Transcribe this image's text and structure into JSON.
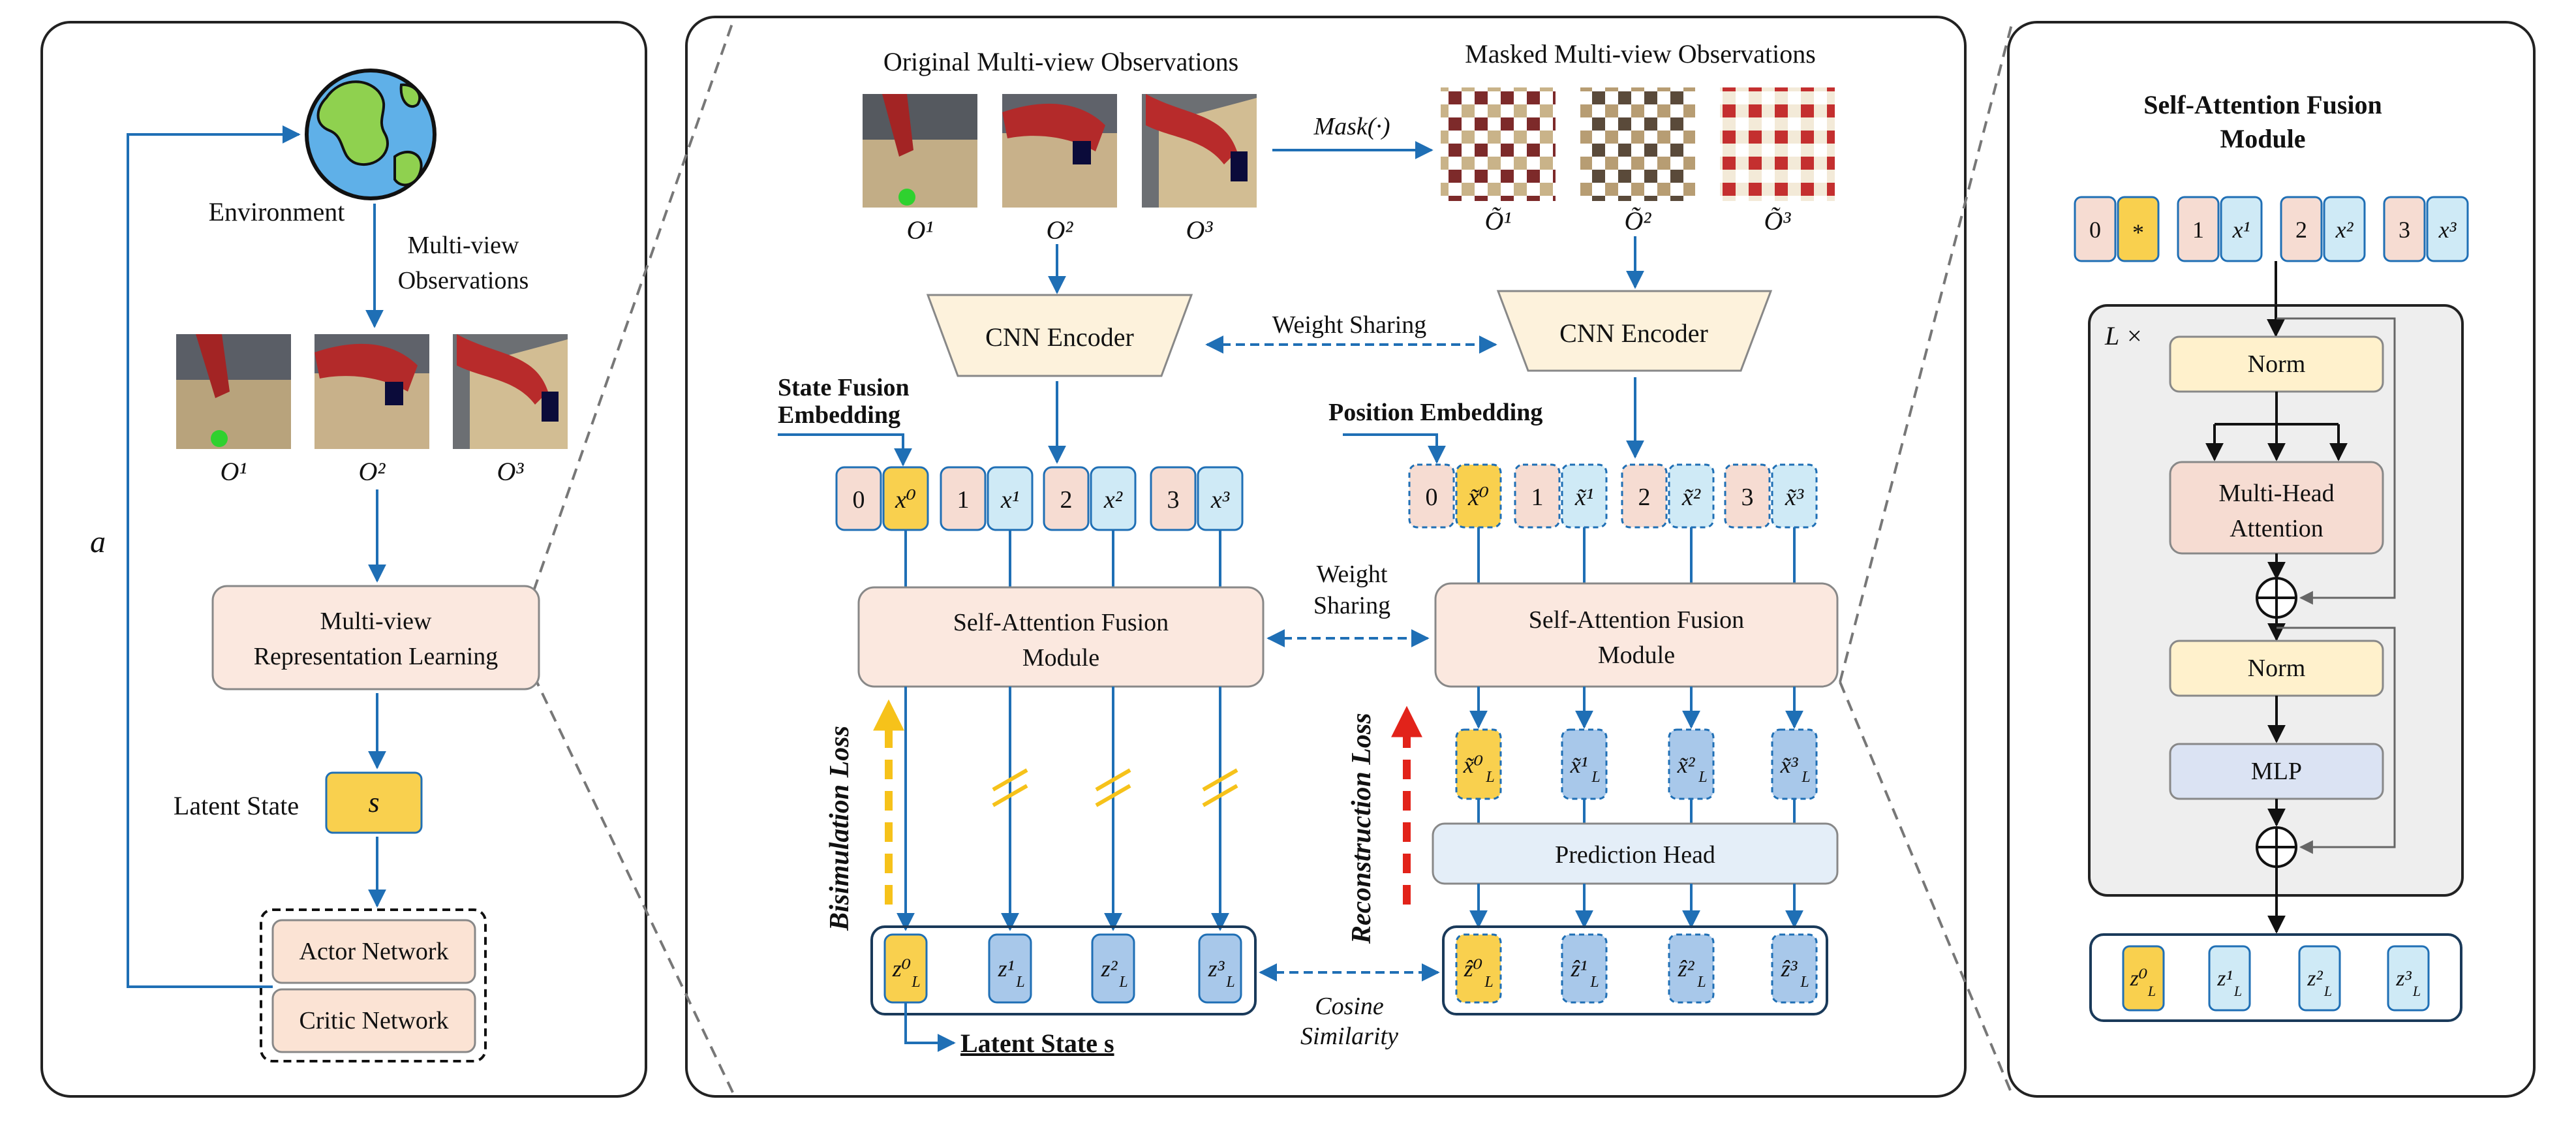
{
  "colors": {
    "token_index": "#f6dcd2",
    "token_feature": "#cfeaf6",
    "token_cls": "#f9d04e",
    "module": "#fbe8df",
    "encoder": "#fdf2dc",
    "head": "#e4eef8",
    "norm": "#fff1cc",
    "mlp": "#dbe3f3",
    "latent_blue": "#a8c8ea",
    "arrow_blue": "#1f6fb5",
    "bisim_arrow": "#f6c21a",
    "recon_arrow": "#e2231a",
    "panel_gray": "#eeeeee"
  },
  "left": {
    "environment": "Environment",
    "observations_l1": "Multi-view",
    "observations_l2": "Observations",
    "obs_labels": [
      "O¹",
      "O²",
      "O³"
    ],
    "mvrl_l1": "Multi-view",
    "mvrl_l2": "Representation Learning",
    "latent_state_label": "Latent State",
    "latent_symbol": "s",
    "actor": "Actor Network",
    "critic": "Critic Network",
    "action_symbol": "a"
  },
  "middle": {
    "original_title": "Original Multi-view Observations",
    "masked_title": "Masked Multi-view Observations",
    "mask_label": "Mask(·)",
    "orig_labels": [
      "O¹",
      "O²",
      "O³"
    ],
    "masked_labels": [
      "Õ¹",
      "Õ²",
      "Õ³"
    ],
    "cnn_encoder": "CNN Encoder",
    "weight_sharing": "Weight Sharing",
    "weight_sharing_l1": "Weight",
    "weight_sharing_l2": "Sharing",
    "state_fusion_l1": "State Fusion",
    "state_fusion_l2": "Embedding",
    "position_embedding": "Position Embedding",
    "token_indices": [
      "0",
      "1",
      "2",
      "3"
    ],
    "left_tokens": [
      "x⁰",
      "x¹",
      "x²",
      "x³"
    ],
    "right_tokens": [
      "x̃⁰",
      "x̃¹",
      "x̃²",
      "x̃³"
    ],
    "safm_l1": "Self-Attention Fusion",
    "safm_l2": "Module",
    "bisim_loss": "Bisimulation Loss",
    "recon_loss": "Reconstruction Loss",
    "pre_head_tokens": [
      "x̃⁰",
      "x̃¹",
      "x̃²",
      "x̃³"
    ],
    "prediction_head": "Prediction Head",
    "left_latents": [
      "z⁰",
      "z¹",
      "z²",
      "z³"
    ],
    "right_latents": [
      "ẑ⁰",
      "ẑ¹",
      "ẑ²",
      "ẑ³"
    ],
    "latent_subscript": "L",
    "cosine_l1": "Cosine",
    "cosine_l2": "Similarity",
    "latent_state_out": "Latent State s"
  },
  "right": {
    "title_l1": "Self-Attention Fusion",
    "title_l2": "Module",
    "tokens_idx": [
      "0",
      "1",
      "2",
      "3"
    ],
    "tokens_feat": [
      "*",
      "x¹",
      "x²",
      "x³"
    ],
    "layers_label": "L ×",
    "norm": "Norm",
    "mha_l1": "Multi-Head",
    "mha_l2": "Attention",
    "mlp": "MLP",
    "outputs": [
      "z⁰",
      "z¹",
      "z²",
      "z³"
    ],
    "out_subscript": "L"
  }
}
